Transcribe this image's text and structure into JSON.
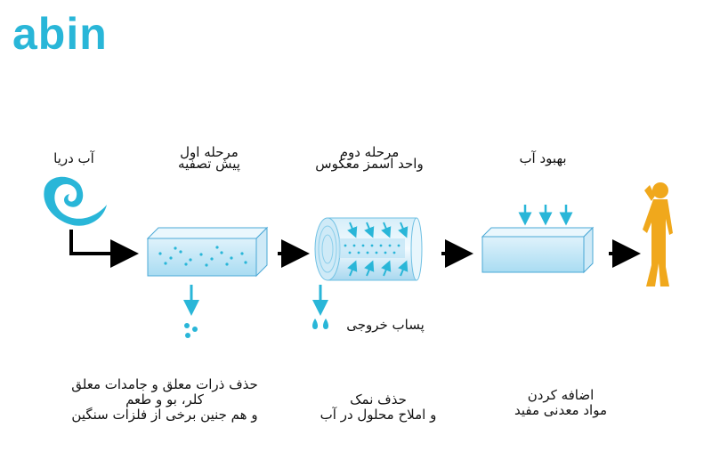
{
  "brand": {
    "logo_text": "abin"
  },
  "colors": {
    "accent": "#29b6d8",
    "water": "#bfe6f5",
    "person": "#f0a81c",
    "arrow": "#000000"
  },
  "stages": [
    {
      "title": "آب دریا"
    },
    {
      "title_line1": "مرحله اول",
      "title_line2": "پیش تصفیه"
    },
    {
      "title_line1": "مرحله دوم",
      "title_line2": "واحد اسمز معکوس"
    },
    {
      "title": "بهبود آب"
    }
  ],
  "outputs": {
    "reject_label": "پساب خروجی"
  },
  "descriptions": {
    "pretreatment": [
      "حذف ذرات معلق و جامدات معلق",
      "کلر، بو و طعم",
      "و هم جنین برخی از فلزات سنگین"
    ],
    "ro": [
      "حذف نمک",
      "و املاح محلول در آب"
    ],
    "improvement": [
      "اضافه کردن",
      "مواد معدنی مفید"
    ]
  },
  "icons": [
    "sea-wave-icon",
    "water-tank-icon",
    "ro-membrane-icon",
    "drinking-person-icon"
  ]
}
